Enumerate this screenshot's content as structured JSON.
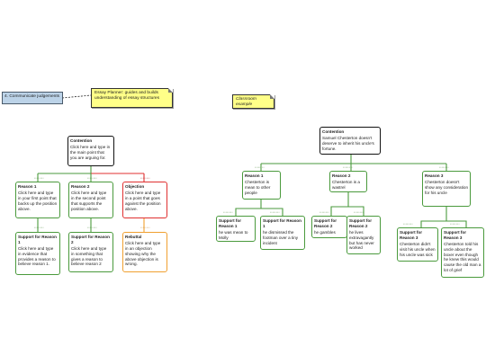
{
  "left": {
    "chip": "4. Communicate judgements",
    "note": "Essay Planner: guides and builds understanding of essay structures",
    "contention": {
      "title": "Contention",
      "text": "Click here and type in the main point that you are arguing for."
    },
    "reason1": {
      "title": "Reason 1",
      "text": "Click here and type in your first point that backs up the position above."
    },
    "reason2": {
      "title": "Reason 2",
      "text": "Click here and type in the second point that supports the position above."
    },
    "objection": {
      "title": "Objection",
      "text": "Click here and type in a point that goes against the position above."
    },
    "support1": {
      "title": "Support for Reason 1",
      "text": "Click here and type in evidence that provides a reason to believe reason 1."
    },
    "support2": {
      "title": "Support for Reason 2",
      "text": "Click here and type in something that gives a reason to believe reason 2"
    },
    "rebuttal": {
      "title": "Rebuttal",
      "text": "Click here and type in an objection showing why the above objection is wrong."
    }
  },
  "right": {
    "note": "Classroom example",
    "contention": {
      "title": "Contention",
      "text": "Samuel Chesterton doesn't deserve to inherit his uncle's fortune."
    },
    "reason1": {
      "title": "Reason 1",
      "text": "Chesterton is mean to other people"
    },
    "reason2": {
      "title": "Reason 2",
      "text": "Chesterton is a wastrel"
    },
    "reason3": {
      "title": "Reason 3",
      "text": "Chesterton doesn't show any consideration for his uncle"
    },
    "s1a": {
      "title": "Support for Reason 1",
      "text": "he was mean to Molly"
    },
    "s1b": {
      "title": "Support for Reason 1",
      "text": "he dismissed the footman over a tiny incident"
    },
    "s2a": {
      "title": "Support for Reason 2",
      "text": "he gambles"
    },
    "s2b": {
      "title": "Support for Reason 2",
      "text": "he lives extravagantly but has never worked"
    },
    "s3a": {
      "title": "Support for Reason 3",
      "text": "Chesterton didn't visit his uncle when his uncle was sick"
    },
    "s3b": {
      "title": "Support for Reason 3",
      "text": "Chesterton told his uncle about the boxer even though he knew this would cause the old man a lot of grief"
    }
  },
  "colors": {
    "support": "#4a9a3c",
    "objection": "#e03030",
    "rebuttal": "#f0a030",
    "contention": "#111111",
    "note": "#ffff88",
    "chip": "#bcd3e8"
  },
  "dot_label": "••••••••"
}
